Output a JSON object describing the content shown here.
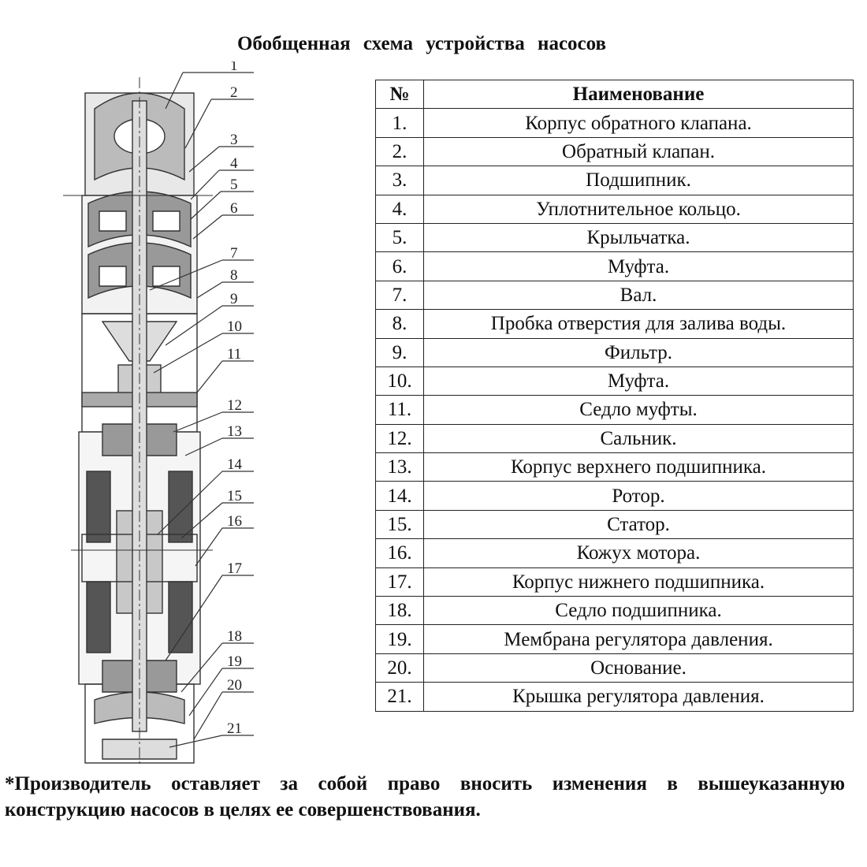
{
  "title": "Обобщенная  схема  устройства  насосов",
  "table": {
    "headers": {
      "num": "№",
      "name": "Наименование"
    },
    "rows": [
      {
        "num": "1.",
        "name": "Корпус обратного клапана."
      },
      {
        "num": "2.",
        "name": "Обратный клапан."
      },
      {
        "num": "3.",
        "name": "Подшипник."
      },
      {
        "num": "4.",
        "name": "Уплотнительное кольцо."
      },
      {
        "num": "5.",
        "name": "Крыльчатка."
      },
      {
        "num": "6.",
        "name": "Муфта."
      },
      {
        "num": "7.",
        "name": "Вал."
      },
      {
        "num": "8.",
        "name": "Пробка отверстия для залива воды."
      },
      {
        "num": "9.",
        "name": "Фильтр."
      },
      {
        "num": "10.",
        "name": "Муфта."
      },
      {
        "num": "11.",
        "name": "Седло муфты."
      },
      {
        "num": "12.",
        "name": "Сальник."
      },
      {
        "num": "13.",
        "name": "Корпус верхнего подшипника."
      },
      {
        "num": "14.",
        "name": "Ротор."
      },
      {
        "num": "15.",
        "name": "Статор."
      },
      {
        "num": "16.",
        "name": "Кожух мотора."
      },
      {
        "num": "17.",
        "name": "Корпус нижнего подшипника."
      },
      {
        "num": "18.",
        "name": "Седло подшипника."
      },
      {
        "num": "19.",
        "name": "Мембрана регулятора давления."
      },
      {
        "num": "20.",
        "name": "Основание."
      },
      {
        "num": "21.",
        "name": "Крышка регулятора давления."
      }
    ]
  },
  "callouts": [
    "1",
    "2",
    "3",
    "4",
    "5",
    "6",
    "7",
    "8",
    "9",
    "10",
    "11",
    "12",
    "13",
    "14",
    "15",
    "16",
    "17",
    "18",
    "19",
    "20",
    "21"
  ],
  "note": "*Производитель оставляет за собой право вносить изменения в вышеуказанную конструкцию насосов в целях ее совершенствования."
}
